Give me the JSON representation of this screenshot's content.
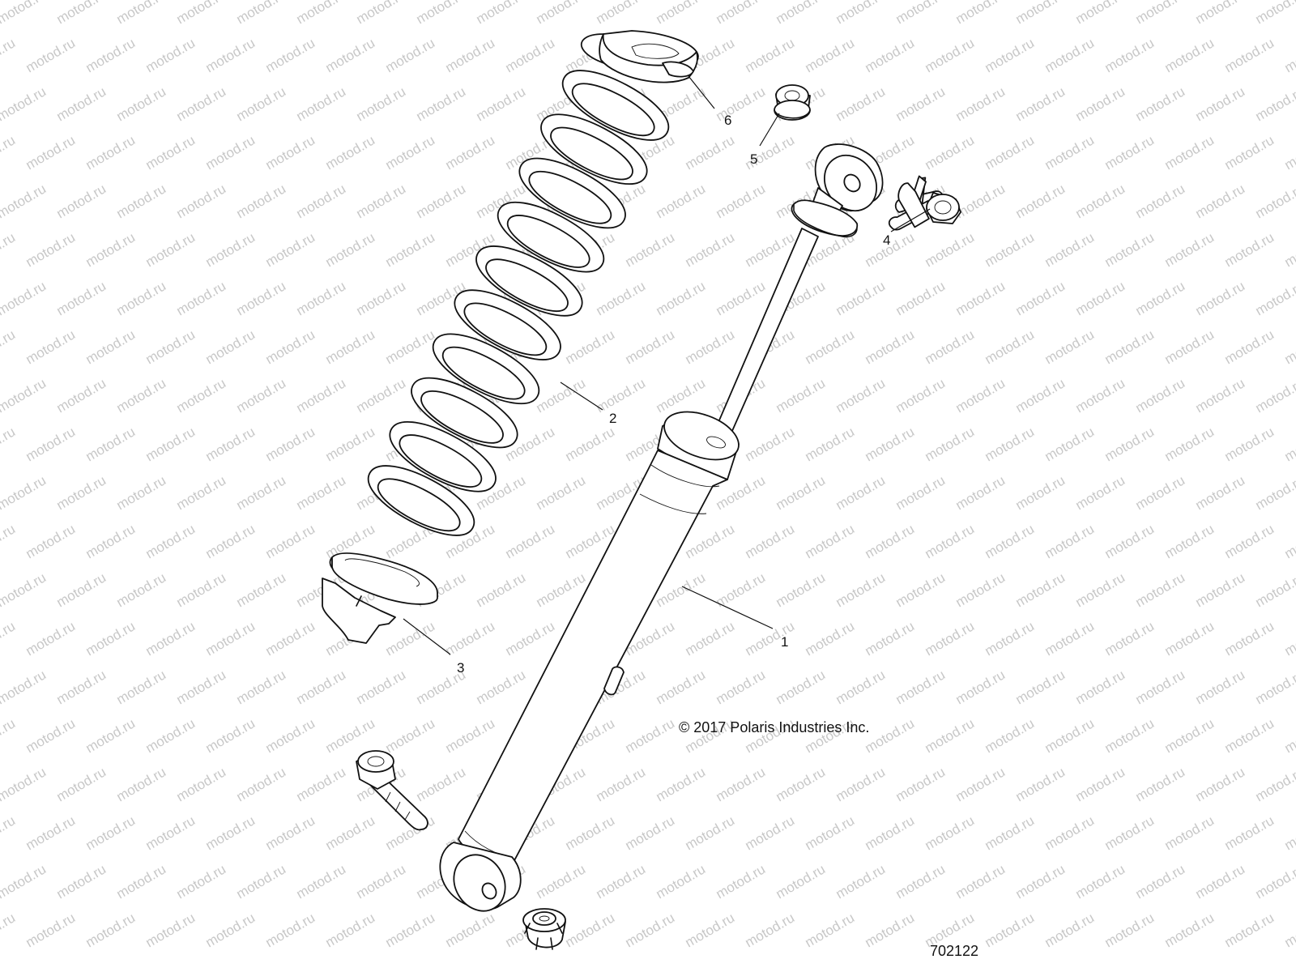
{
  "watermark": {
    "text": "motod.ru",
    "color": "#c8c8c8"
  },
  "diagram": {
    "line_color": "#111111",
    "callouts": [
      {
        "id": "1",
        "label": "1",
        "part": "shock-absorber"
      },
      {
        "id": "2",
        "label": "2",
        "part": "coil-spring"
      },
      {
        "id": "3",
        "label": "3",
        "part": "lower-spring-seat"
      },
      {
        "id": "4",
        "label": "4",
        "part": "upper-mounting-bolt"
      },
      {
        "id": "5",
        "label": "5",
        "part": "upper-nut"
      },
      {
        "id": "6",
        "label": "6",
        "part": "upper-spring-retainer"
      }
    ],
    "copyright": "© 2017 Polaris Industries Inc.",
    "figure_id": "702122"
  }
}
